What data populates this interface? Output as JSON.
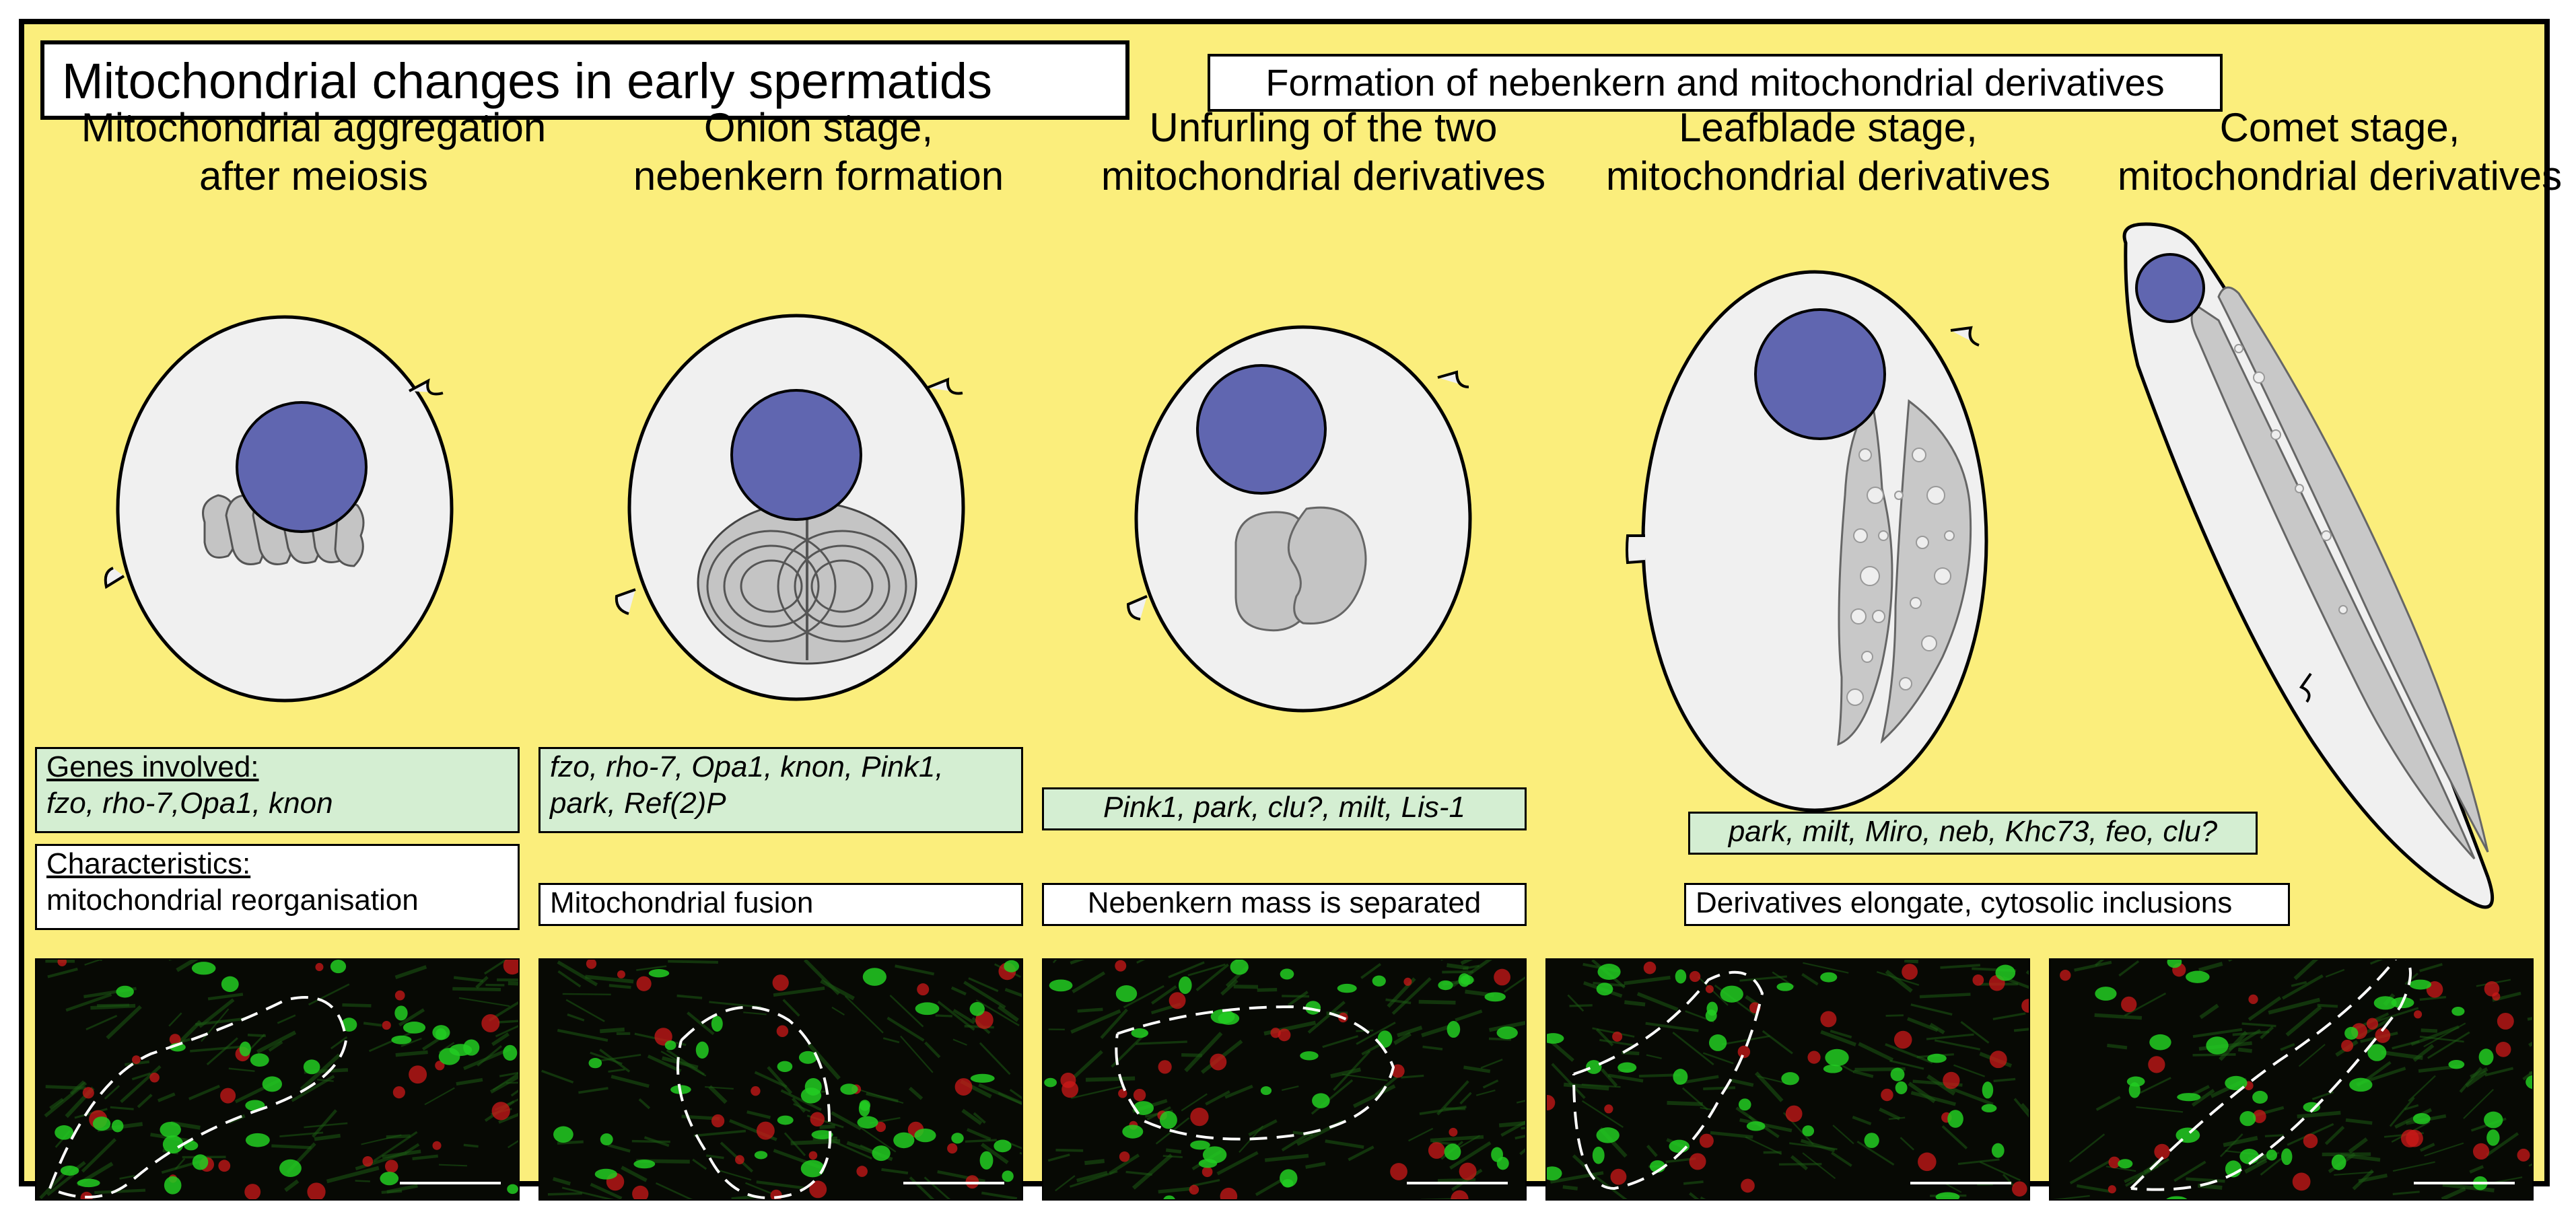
{
  "title": "Mitochondrial changes in early spermatids",
  "subtitle": "Formation of nebenkern and mitochondrial derivatives",
  "colors": {
    "background": "#fbee7c",
    "cell_fill": "#f0f0f0",
    "nucleus": "#6066b0",
    "mitochondria": "#c4c4c4",
    "gene_box": "#d4eed2",
    "stain_green": "#22cc22",
    "stain_red": "#cc1818"
  },
  "stages": [
    {
      "title_line1": "Mitochondrial aggregation",
      "title_line2": "after meiosis",
      "genes_heading": "Genes involved:",
      "genes": "fzo, rho-7,Opa1, knon",
      "char_heading": "Characteristics:",
      "characteristic": "mitochondrial reorganisation"
    },
    {
      "title_line1": "Onion stage,",
      "title_line2": "nebenkern formation",
      "genes_line1": "fzo, rho-7, Opa1, knon, Pink1,",
      "genes_line2": "park, Ref(2)P",
      "characteristic": "Mitochondrial fusion"
    },
    {
      "title_line1": "Unfurling of the two",
      "title_line2": "mitochondrial derivatives",
      "genes": "Pink1, park, clu?, milt, Lis-1",
      "characteristic": "Nebenkern mass is separated"
    },
    {
      "title_line1": "Leafblade stage,",
      "title_line2": "mitochondrial derivatives",
      "genes": "park, milt, Miro, neb, Khc73, feo, clu?",
      "characteristic": "Derivatives elongate, cytosolic inclusions"
    },
    {
      "title_line1": "Comet stage,",
      "title_line2": "mitochondrial derivatives"
    }
  ]
}
